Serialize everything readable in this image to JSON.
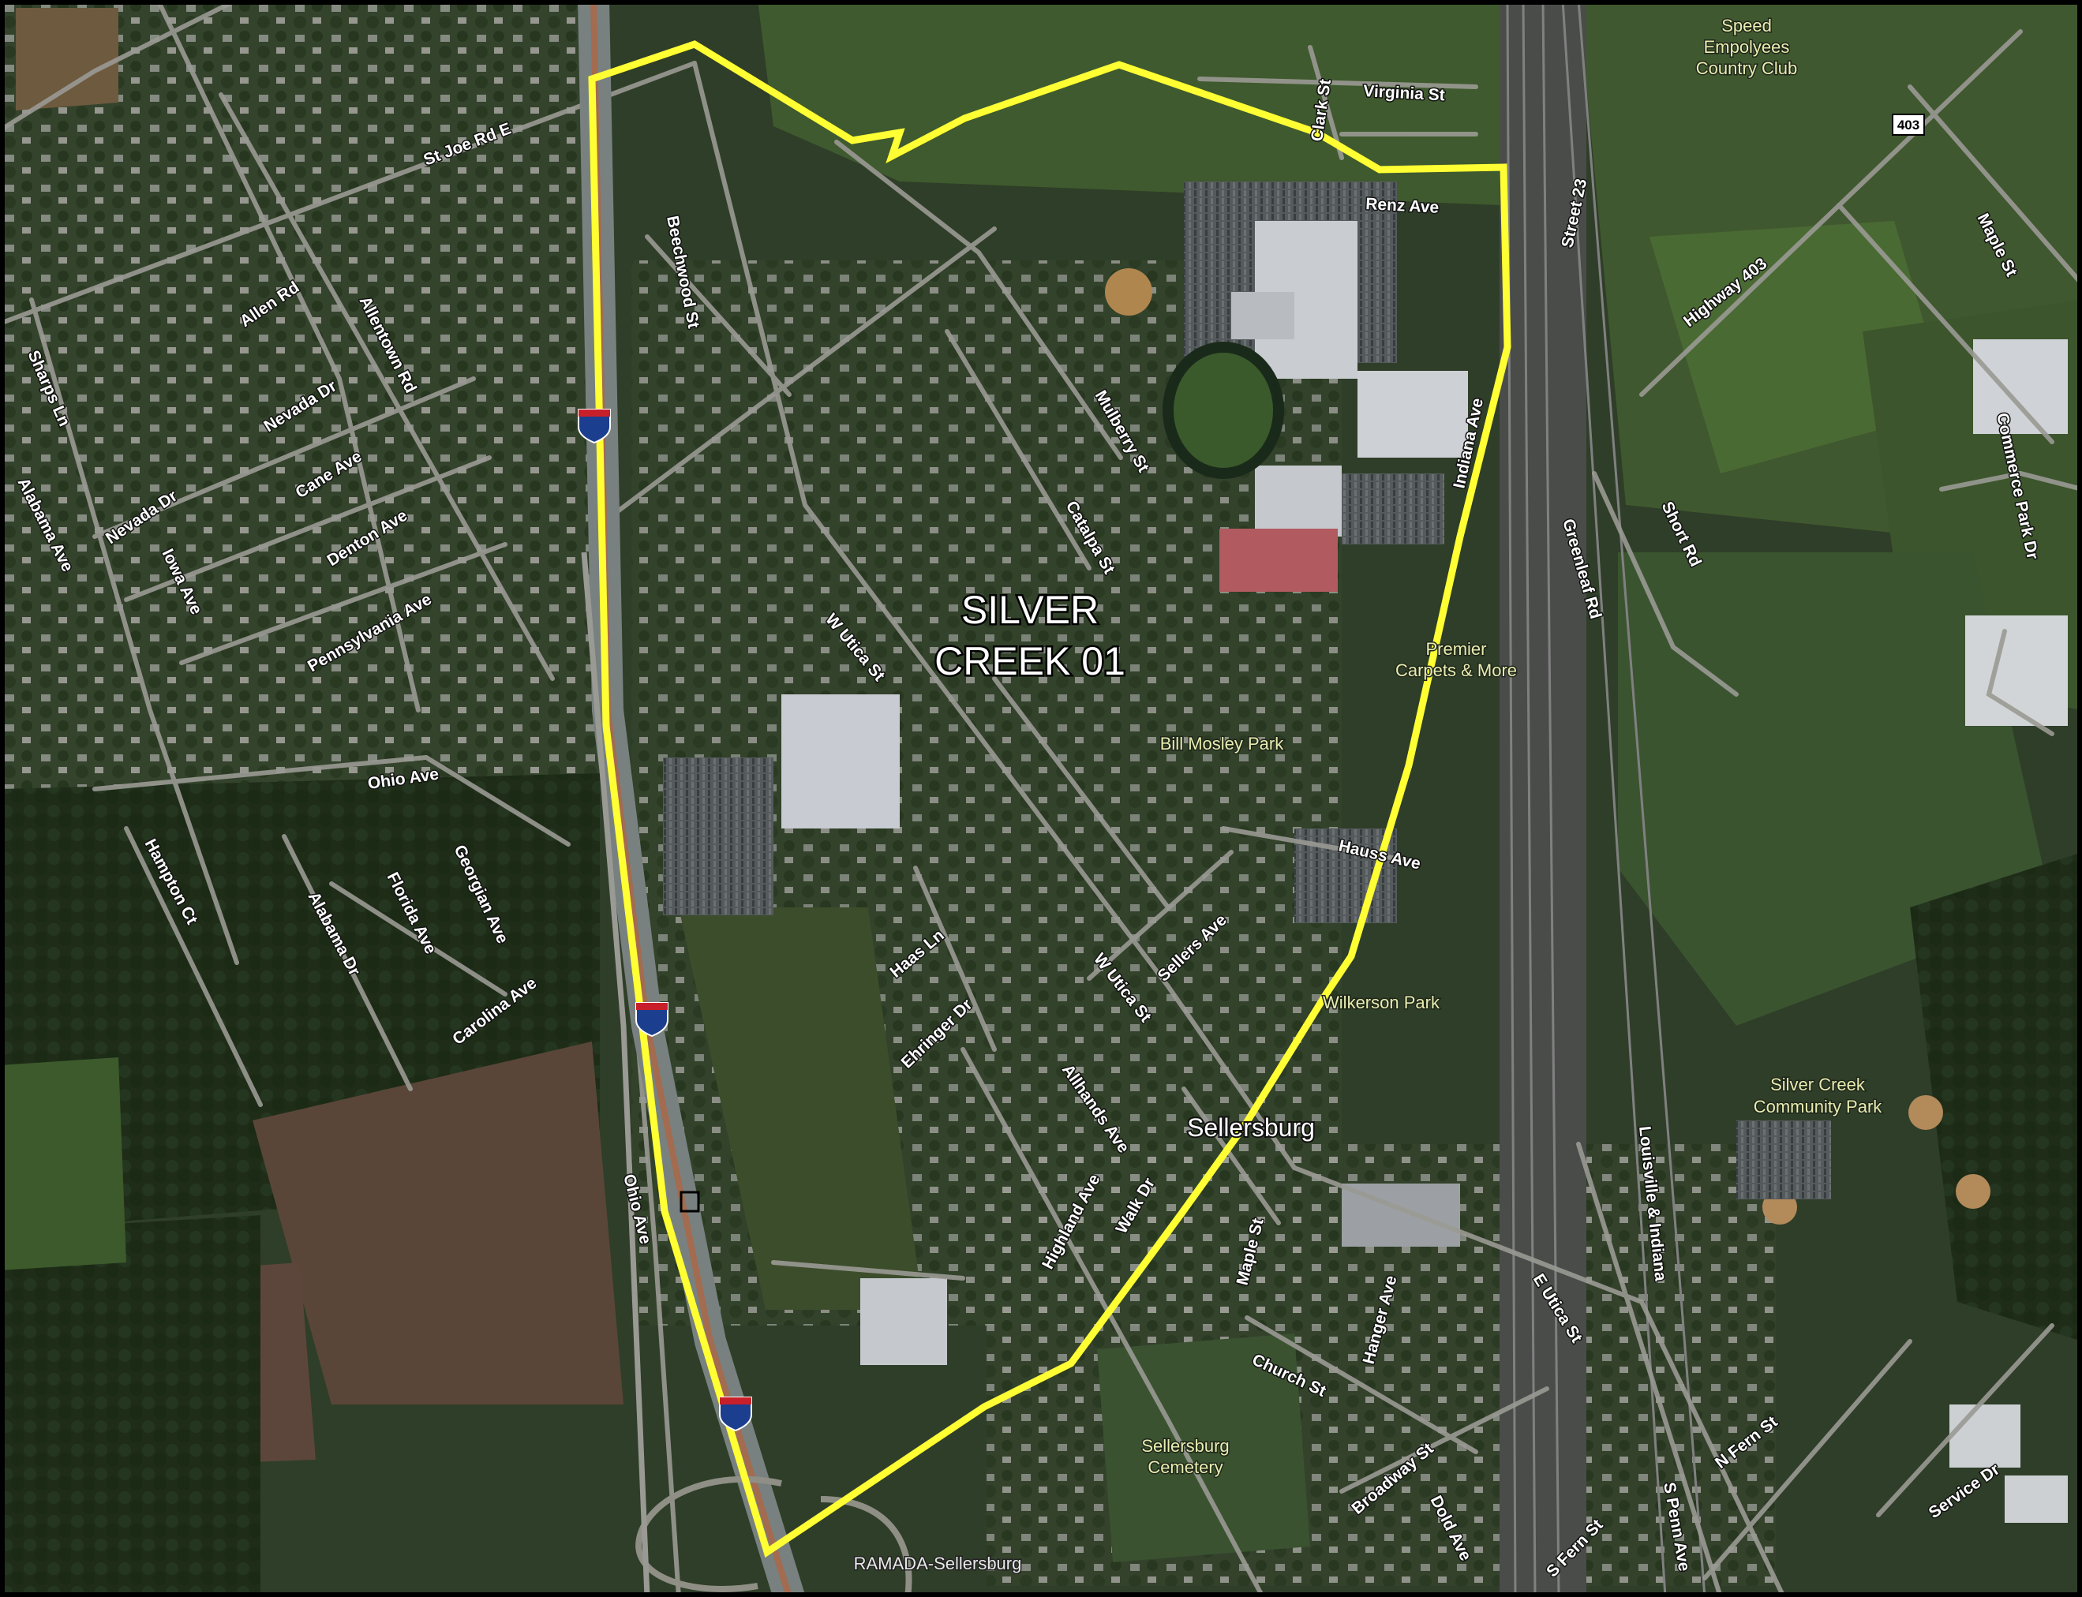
{
  "district": {
    "line1": "SILVER",
    "line2": "CREEK 01",
    "boundary_color": "#ffff33"
  },
  "places": {
    "town": "Sellersburg",
    "country_club": [
      "Speed",
      "Empolyees",
      "Country Club"
    ],
    "premier": [
      "Premier",
      "Carpets & More"
    ],
    "bill_mosley_park": "Bill Mosley Park",
    "wilkerson_park": "Wilkerson Park",
    "community_park": [
      "Silver Creek",
      "Community Park"
    ],
    "cemetery": [
      "Sellersburg",
      "Cemetery"
    ],
    "ramada": "RAMADA-Sellersburg"
  },
  "shields": {
    "state_route": "403",
    "interstate_icon": "interstate-shield-icon"
  },
  "streets": {
    "st_joe_rd_e": "St Joe Rd E",
    "beechwood_st": "Beechwood St",
    "allen_rd": "Allen Rd",
    "allentown_rd": "Allentown Rd",
    "nevada_dr_1": "Nevada Dr",
    "nevada_dr_2": "Nevada Dr",
    "cane_ave": "Cane Ave",
    "denton_ave": "Denton Ave",
    "pennsylvania_ave": "Pennsylvania Ave",
    "sharps_ln": "Sharps Ln",
    "alabama_ave": "Alabama Ave",
    "iowa_ave": "Iowa Ave",
    "ohio_ave_1": "Ohio Ave",
    "ohio_ave_2": "Ohio Ave",
    "hampton_ct": "Hampton Ct",
    "alabama_dr": "Alabama Dr",
    "florida_ave": "Florida Ave",
    "georgian_ave": "Georgian Ave",
    "carolina_ave": "Carolina Ave",
    "virginia_st": "Virginia St",
    "clark_st": "Clark St",
    "renz_ave": "Renz Ave",
    "mulberry_st": "Mulberry St",
    "catalpa_st": "Catalpa St",
    "w_utica_st_1": "W Utica St",
    "w_utica_st_2": "W Utica St",
    "hauss_ave": "Hauss Ave",
    "sellers_ave": "Sellers Ave",
    "haas_ln": "Haas Ln",
    "ehringer_dr": "Ehringer Dr",
    "allhands_ave": "Allhands Ave",
    "highland_ave": "Highland Ave",
    "walk_dr": "Walk Dr",
    "maple_st_1": "Maple St",
    "maple_st_2": "Maple St",
    "hanger_ave": "Hanger Ave",
    "church_st": "Church St",
    "e_utica_st": "E Utica St",
    "broadway_st": "Broadway St",
    "dold_ave": "Dold Ave",
    "s_fern_st": "S Fern St",
    "s_penn_ave": "S Penn Ave",
    "n_fern_st": "N Fern St",
    "service_dr": "Service Dr",
    "louisville_indiana": "Louisville & Indiana",
    "greenleaf_rd": "Greenleaf Rd",
    "short_rd": "Short Rd",
    "street_23": "Street 23",
    "highway_403": "Highway 403",
    "commerce_park_dr": "Commerce Park Dr",
    "indiana_ave": "Indiana Ave"
  }
}
